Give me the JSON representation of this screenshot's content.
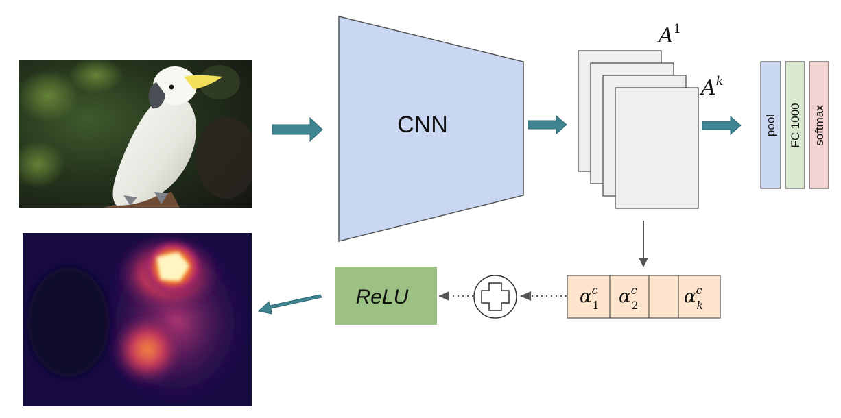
{
  "input_image": {
    "subject": "cockatoo photo"
  },
  "heatmap_image": {
    "subject": "grad-cam heatmap"
  },
  "cnn": {
    "label": "CNN"
  },
  "feature_maps": {
    "first_label": "A",
    "first_sup": "1",
    "last_label": "A",
    "last_sup": "k"
  },
  "head_layers": [
    {
      "label": "pool",
      "color": "#c9d7f2"
    },
    {
      "label": "FC 1000",
      "color": "#d9e8cf"
    },
    {
      "label": "softmax",
      "color": "#f2d3d1"
    }
  ],
  "weights": [
    {
      "base": "α",
      "sup": "c",
      "sub": "1"
    },
    {
      "base": "α",
      "sup": "c",
      "sub": "2"
    },
    {
      "base": "",
      "sup": "",
      "sub": ""
    },
    {
      "base": "α",
      "sup": "c",
      "sub": "k"
    }
  ],
  "relu": {
    "label": "ReLU"
  },
  "colors": {
    "arrow": "#3f8491",
    "cnn_fill": "#c9d7f2",
    "relu_fill": "#9dc084",
    "weights_fill": "#fce5cc",
    "feature_map_fill": "#efefef"
  }
}
